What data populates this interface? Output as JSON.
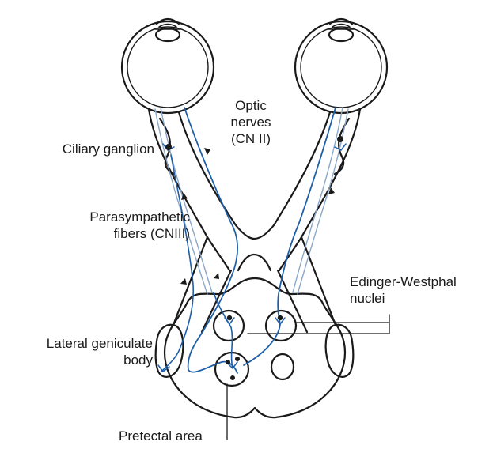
{
  "colors": {
    "outline": "#1a1a1a",
    "nerve_fiber": "#1f5fa8",
    "nerve_fiber_light": "#8aa6c8",
    "background": "#ffffff"
  },
  "labels": {
    "optic_nerves_line1": "Optic",
    "optic_nerves_line2": "nerves",
    "optic_nerves_line3": "(CN II)",
    "ciliary_ganglion": "Ciliary ganglion",
    "parasympathetic_line1": "Parasympathetic",
    "parasympathetic_line2": "fibers (CNIII)",
    "edinger_line1": "Edinger-Westphal",
    "edinger_line2": "nuclei",
    "lateral_geniculate_line1": "Lateral geniculate",
    "lateral_geniculate_line2": "body",
    "pretectal_area": "Pretectal area"
  }
}
